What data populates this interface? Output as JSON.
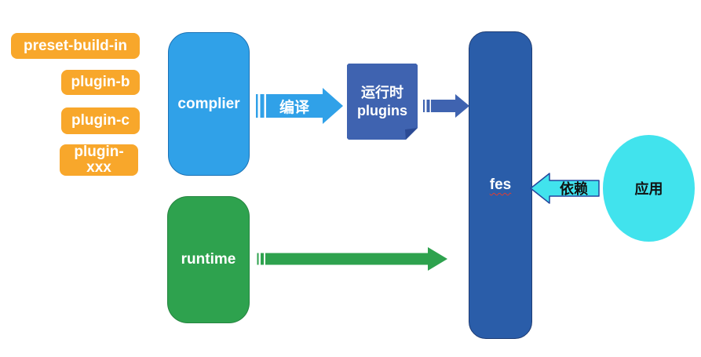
{
  "colors": {
    "background": "#ffffff",
    "badge_orange": "#F8A72B",
    "complier_blue": "#30A1E8",
    "note_blue": "#3F63B0",
    "fes_blue": "#2A5DA9",
    "runtime_green": "#2EA24E",
    "app_cyan": "#41E3ED",
    "depends_arrow_outline": "#23479E",
    "spellcheck_underline_red": "#E03C31"
  },
  "diagram": {
    "plugin_badges": [
      {
        "label": "preset-build-in"
      },
      {
        "label": "plugin-b"
      },
      {
        "label": "plugin-c"
      },
      {
        "label": "plugin-xxx"
      }
    ],
    "complier_box": {
      "label": "complier"
    },
    "compile_arrow": {
      "label": "编译"
    },
    "runtime_plugins_note": {
      "line1": "运行时",
      "line2": "plugins"
    },
    "fes_box": {
      "label": "fes"
    },
    "runtime_box": {
      "label": "runtime"
    },
    "depends_arrow": {
      "label": "依赖"
    },
    "app_ellipse": {
      "label": "应用"
    }
  }
}
